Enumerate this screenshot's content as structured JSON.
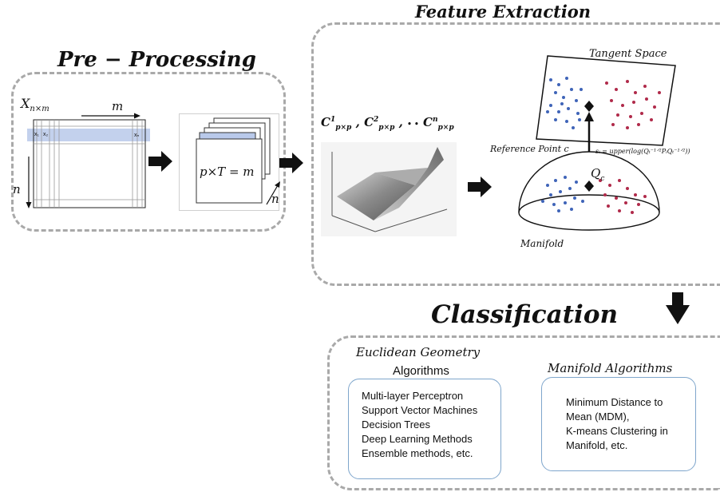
{
  "sections": {
    "preprocessing": "Pre − Processing",
    "feature_extraction": "Feature Extraction",
    "classification": "Classification"
  },
  "preprocessing": {
    "matrix_label": "X",
    "matrix_subscript": "n×m",
    "m_label": "m",
    "n_label": "n",
    "x1_label": "x₁",
    "x2_label": "x₂",
    "xn_label": "xₙ",
    "epoch_eq": "p×T = m",
    "epoch_n": "n"
  },
  "feature_extraction": {
    "cov_formula_1": "C",
    "cov_sup_1": "1",
    "cov_sub": "p×p",
    "cov_formula_2": "C",
    "cov_sup_2": "2",
    "cov_formula_n": "C",
    "cov_sup_n": "n",
    "separator": ",",
    "dots": "• •",
    "tangent_space": "Tangent Space",
    "reference_point": "Reference Point c",
    "manifold": "Manifold",
    "q_label": "Q",
    "q_sub": "c",
    "projection_formula": "sᵢ = upper(log(Qₜ⁻¹ᐟ²PᵢQₜ⁻¹ᐟ²))"
  },
  "classification": {
    "euclidean_title": "Euclidean Geometry",
    "euclidean_subtitle": "Algorithms",
    "euclidean_items": [
      "Multi-layer Perceptron",
      "Support Vector Machines",
      "Decision Trees",
      "Deep Learning Methods",
      "Ensemble methods, etc."
    ],
    "manifold_title": "Manifold Algorithms",
    "manifold_items": [
      "Minimum Distance to",
      "Mean (MDM),",
      "K-means Clustering in",
      "Manifold, etc."
    ]
  },
  "colors": {
    "dashed_border": "#a9a9a9",
    "algo_border": "#7fa6cc",
    "blue_points": "#3f64b8",
    "red_points": "#b02a4a",
    "highlight_row": "#b9c9ea"
  }
}
